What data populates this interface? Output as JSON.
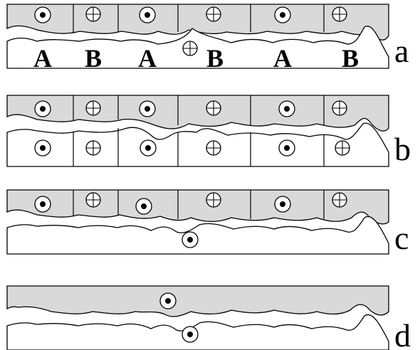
{
  "panels": [
    {
      "letter": "a",
      "block_labels": [
        "A",
        "B",
        "A",
        "B",
        "A",
        "B"
      ]
    },
    {
      "letter": "b"
    },
    {
      "letter": "c"
    },
    {
      "letter": "d"
    }
  ],
  "symbols": {
    "out_of_page": "circle-dot",
    "into_page": "circle-cross"
  }
}
